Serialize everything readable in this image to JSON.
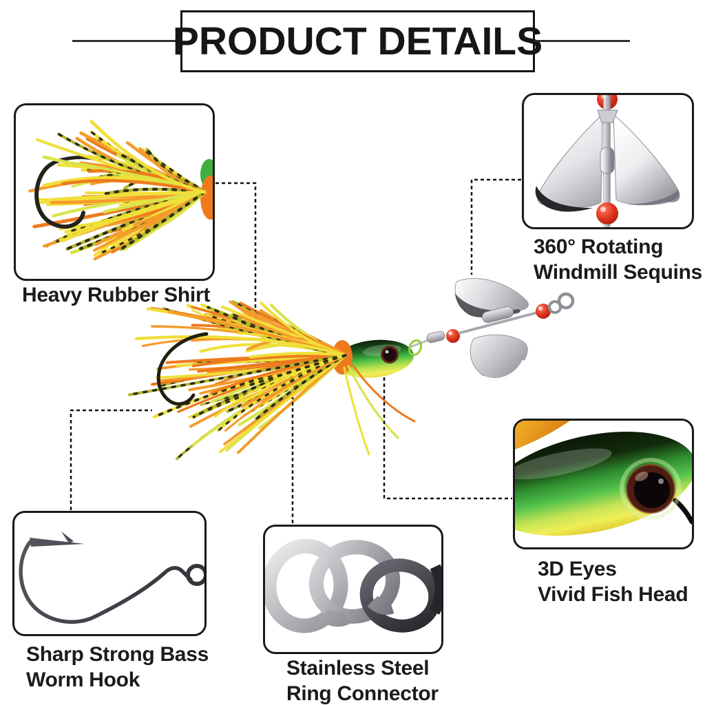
{
  "title": "PRODUCT DETAILS",
  "callouts": {
    "rubber_skirt": {
      "label": "Heavy Rubber Shirt"
    },
    "windmill": {
      "label_line1": "360° Rotating",
      "label_line2": "Windmill Sequins"
    },
    "fish_head": {
      "label_line1": "3D Eyes",
      "label_line2": "Vivid Fish Head"
    },
    "worm_hook": {
      "label_line1": "Sharp Strong Bass",
      "label_line2": "Worm Hook"
    },
    "ring_connector": {
      "label_line1": "Stainless Steel",
      "label_line2": "Ring Connector"
    }
  },
  "palette": {
    "background": "#ffffff",
    "text": "#1b1b1b",
    "box_border": "#1a1a1a",
    "connector_line": "#111111",
    "skirt_yellow": "#f0df3a",
    "skirt_orange": "#f59b2c",
    "skirt_deep_orange": "#ed7a1e",
    "skirt_chartreuse": "#d9e44c",
    "skirt_olive": "#b5b52e",
    "skirt_band_black": "#2e2e10",
    "bead_red": "#d6281a",
    "blade_silver": "#c9c9cd",
    "head_green": "#43b53f",
    "head_yellow": "#e9e93c",
    "eye_maroon": "#6a2a1a",
    "steel_light": "#b9b9bd",
    "steel_dark": "#3a3a3e"
  }
}
